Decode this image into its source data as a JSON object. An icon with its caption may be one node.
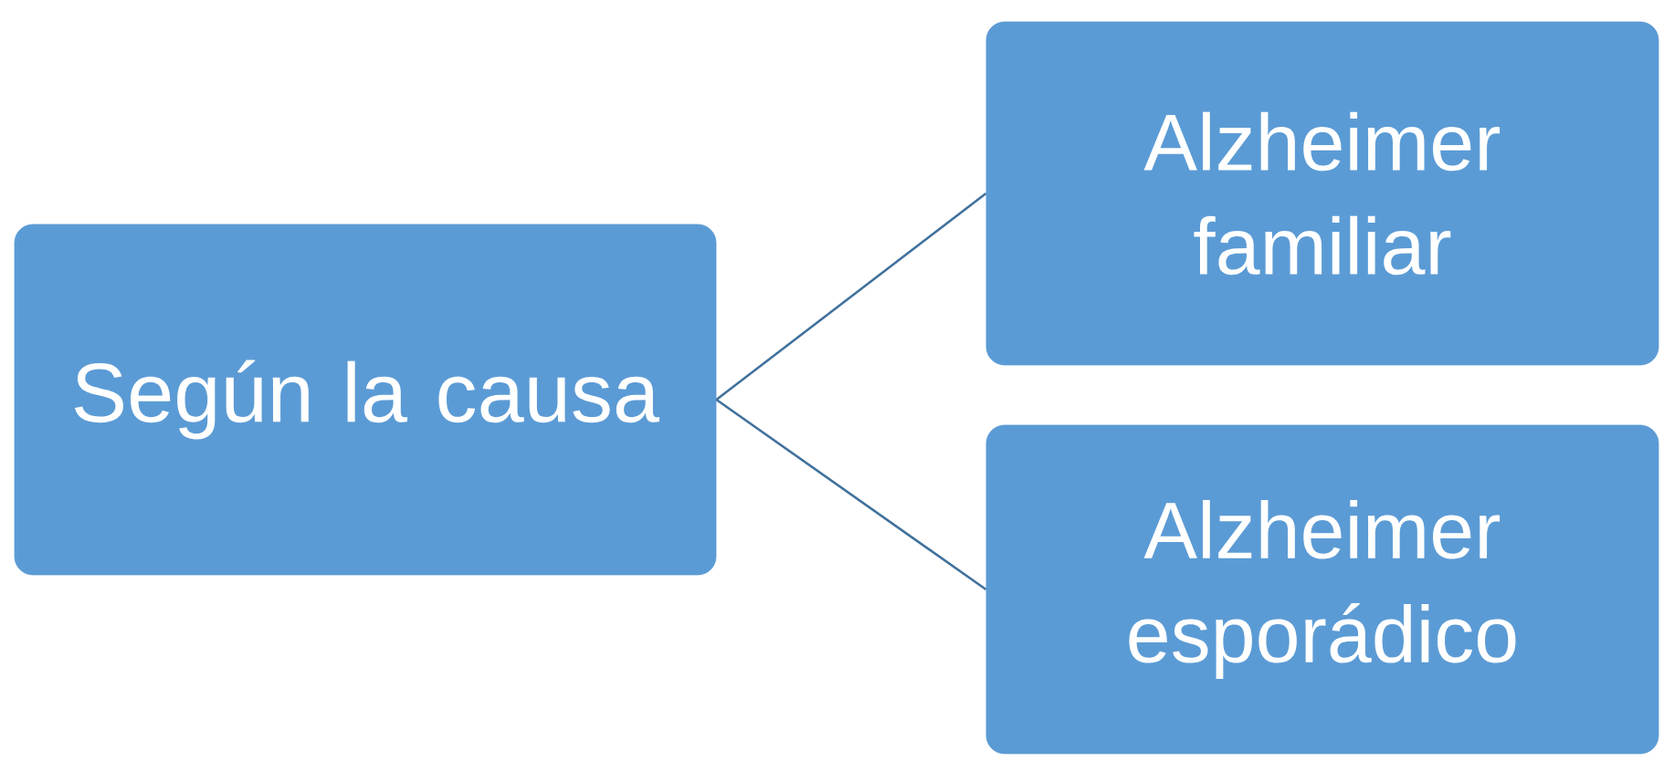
{
  "diagram": {
    "nodes": [
      {
        "text": [
          "Según la causa"
        ]
      },
      {
        "text": [
          "Alzheimer familiar"
        ]
      },
      {
        "text": [
          "Alzheimer esporádico"
        ]
      }
    ],
    "edges": [
      {
        "from": 0,
        "to": 1,
        "arrow": "none"
      },
      {
        "from": 0,
        "to": 2,
        "arrow": "none"
      }
    ]
  }
}
